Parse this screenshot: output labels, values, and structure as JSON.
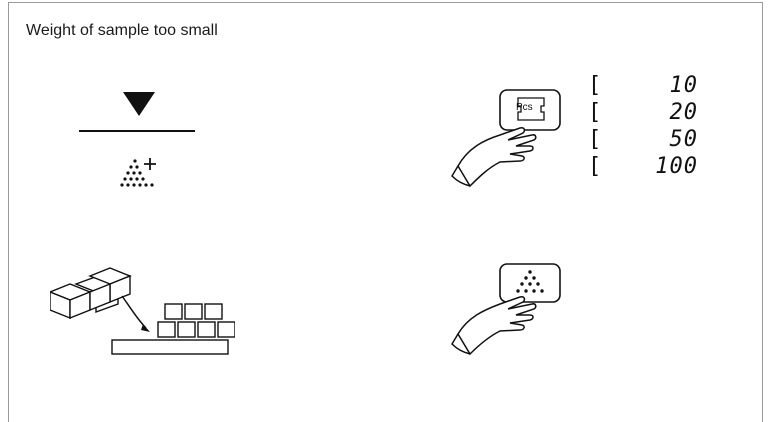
{
  "title": "Weight of sample too small",
  "key_label": "Pcs",
  "count_options": [
    {
      "bracket": "[",
      "value": "10"
    },
    {
      "bracket": "[",
      "value": "20"
    },
    {
      "bracket": "[",
      "value": "50"
    },
    {
      "bracket": "[",
      "value": "100"
    }
  ],
  "icons": {
    "down_arrow": "down-triangle-icon",
    "sample_add": "dot-pile-plus-icon",
    "pcs_key": "pcs-key-hand-icon",
    "boxes": "boxes-onto-scale-icon",
    "dot_key": "dot-pile-key-hand-icon"
  }
}
